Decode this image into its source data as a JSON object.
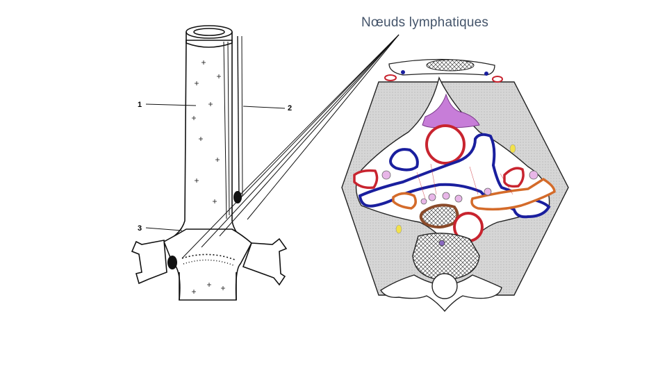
{
  "slide": {
    "title": "Nœuds lymphatiques",
    "left_figure": {
      "labels": [
        "1",
        "2",
        "3"
      ]
    }
  }
}
